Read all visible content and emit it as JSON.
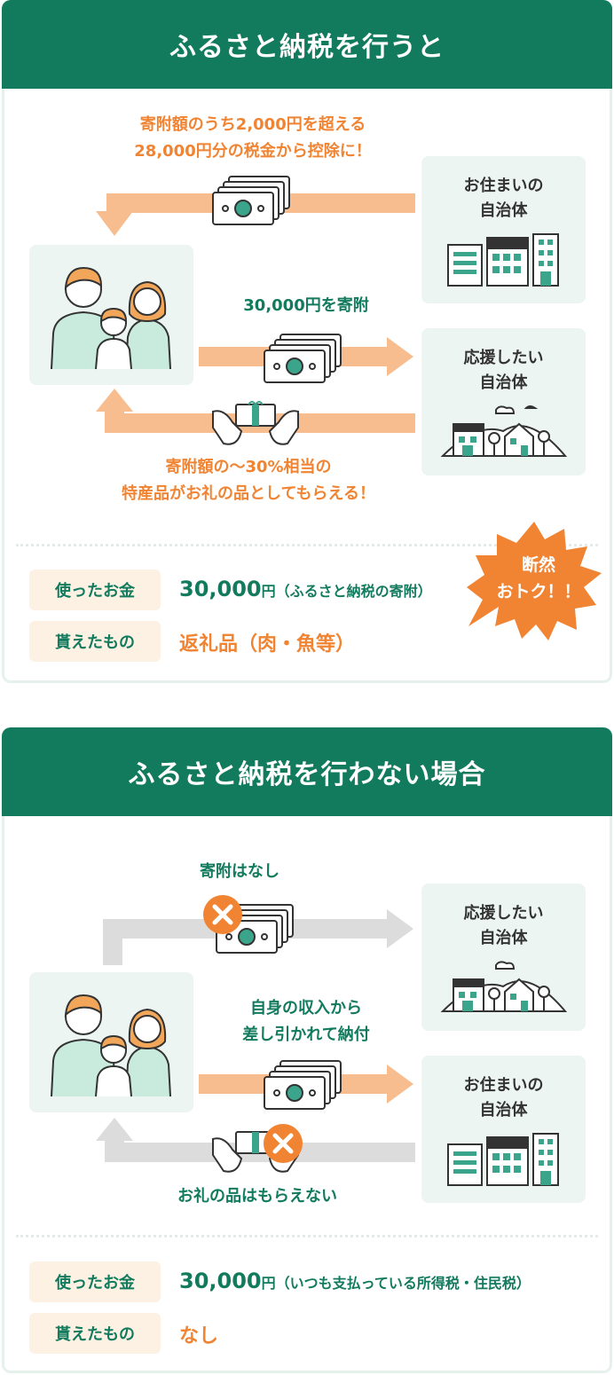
{
  "colors": {
    "green": "#127a5d",
    "orange": "#f08432",
    "arrow_orange": "#f7bd8f",
    "arrow_gray": "#dcdcdc",
    "card_bg": "#ecf5f1",
    "tag_bg": "#fdf1e4"
  },
  "section1": {
    "title": "ふるさと納税を行うと",
    "note_top": "寄附額のうち2,000円を超える\n28,000円分の税金から控除に！",
    "donate_label": "30,000円を寄附",
    "note_bottom": "寄附額の〜30%相当の\n特産品がお礼の品としてもらえる！",
    "card_home": "お住まいの\n自治体",
    "card_support": "応援したい\n自治体",
    "burst": "断然\nおトク！！",
    "spent_tag": "使ったお金",
    "spent_value": "30,000",
    "spent_yen": "円",
    "spent_note": "（ふるさと納税の寄附）",
    "got_tag": "貰えたもの",
    "got_value": "返礼品（肉・魚等）"
  },
  "section2": {
    "title": "ふるさと納税を行わない場合",
    "no_donation": "寄附はなし",
    "deduct_label": "自身の収入から\n差し引かれて納付",
    "no_gift": "お礼の品はもらえない",
    "card_support": "応援したい\n自治体",
    "card_home": "お住まいの\n自治体",
    "spent_tag": "使ったお金",
    "spent_value": "30,000",
    "spent_yen": "円",
    "spent_note": "（いつも支払っている所得税・住民税）",
    "got_tag": "貰えたもの",
    "got_value": "なし"
  },
  "icons": [
    "family-illustration",
    "money-stack-icon",
    "gift-hands-icon",
    "city-buildings-icon",
    "town-houses-icon",
    "cross-mark-icon"
  ]
}
